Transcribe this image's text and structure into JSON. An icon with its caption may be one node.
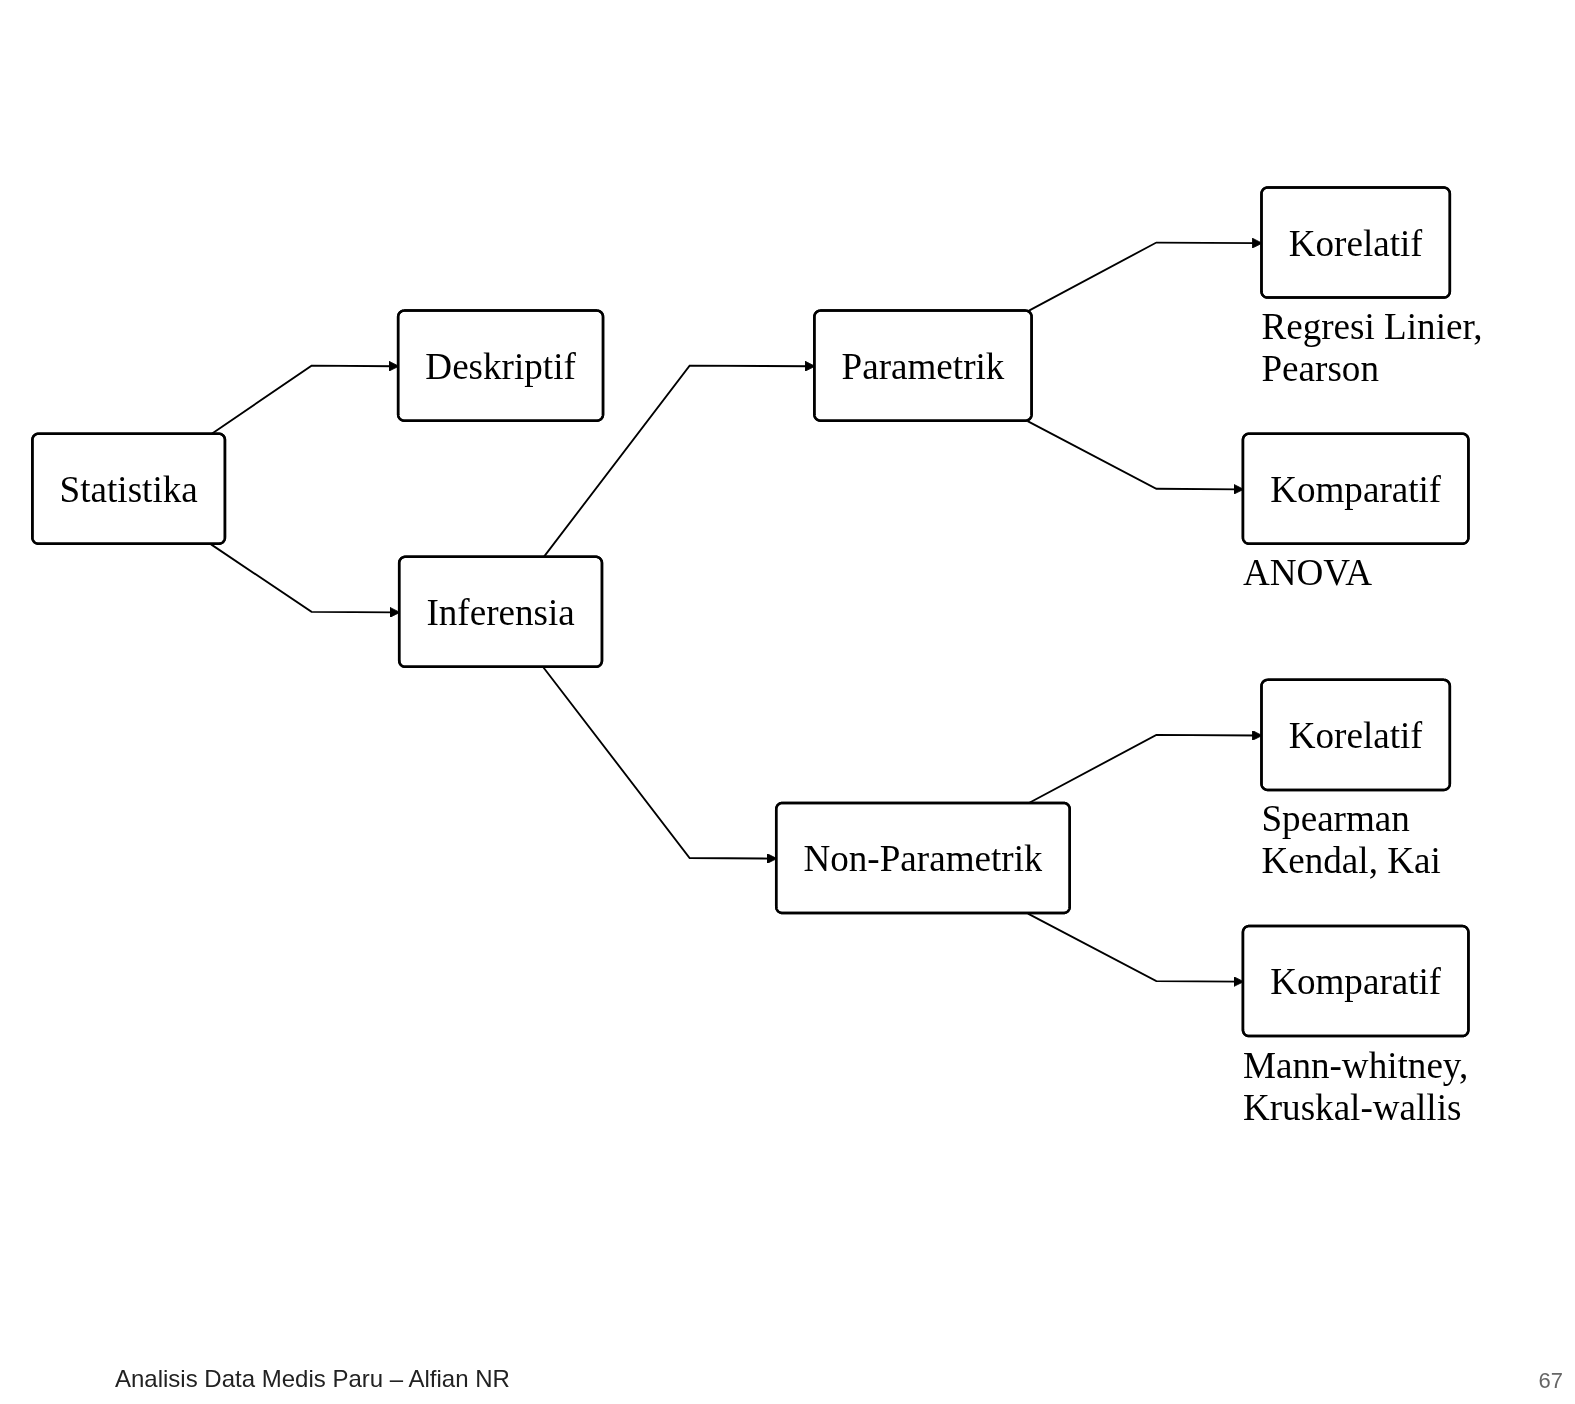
{
  "diagram": {
    "nodes": [
      {
        "text": [
          "Statistika"
        ]
      },
      {
        "text": [
          "Deskriptif"
        ]
      },
      {
        "text": [
          "Inferensia"
        ]
      },
      {
        "text": [
          "Parametrik"
        ]
      },
      {
        "text": [
          "Korelatif"
        ],
        "beside": [
          "Regresi Linier, Pearson"
        ]
      },
      {
        "text": [
          "Komparatif"
        ],
        "beside": [
          "ANOVA"
        ]
      },
      {
        "text": [
          "Non-Parametrik"
        ]
      },
      {
        "text": [
          "Korelatif"
        ],
        "beside": [
          "Spearman Kendal, Kai"
        ]
      },
      {
        "text": [
          "Komparatif"
        ],
        "beside": [
          "Mann-whitney, Kruskal-wallis"
        ]
      }
    ],
    "edges": [
      {
        "from": 0,
        "to": 1,
        "arrow": "to"
      },
      {
        "from": 0,
        "to": 2,
        "arrow": "to"
      },
      {
        "from": 2,
        "to": 3,
        "arrow": "to"
      },
      {
        "from": 2,
        "to": 6,
        "arrow": "to"
      },
      {
        "from": 3,
        "to": 4,
        "arrow": "to"
      },
      {
        "from": 3,
        "to": 5,
        "arrow": "to"
      },
      {
        "from": 6,
        "to": 7,
        "arrow": "to"
      },
      {
        "from": 6,
        "to": 8,
        "arrow": "to"
      }
    ],
    "labels": [
      "Analisis Data Medis Paru – Alfian NR",
      "67"
    ]
  }
}
